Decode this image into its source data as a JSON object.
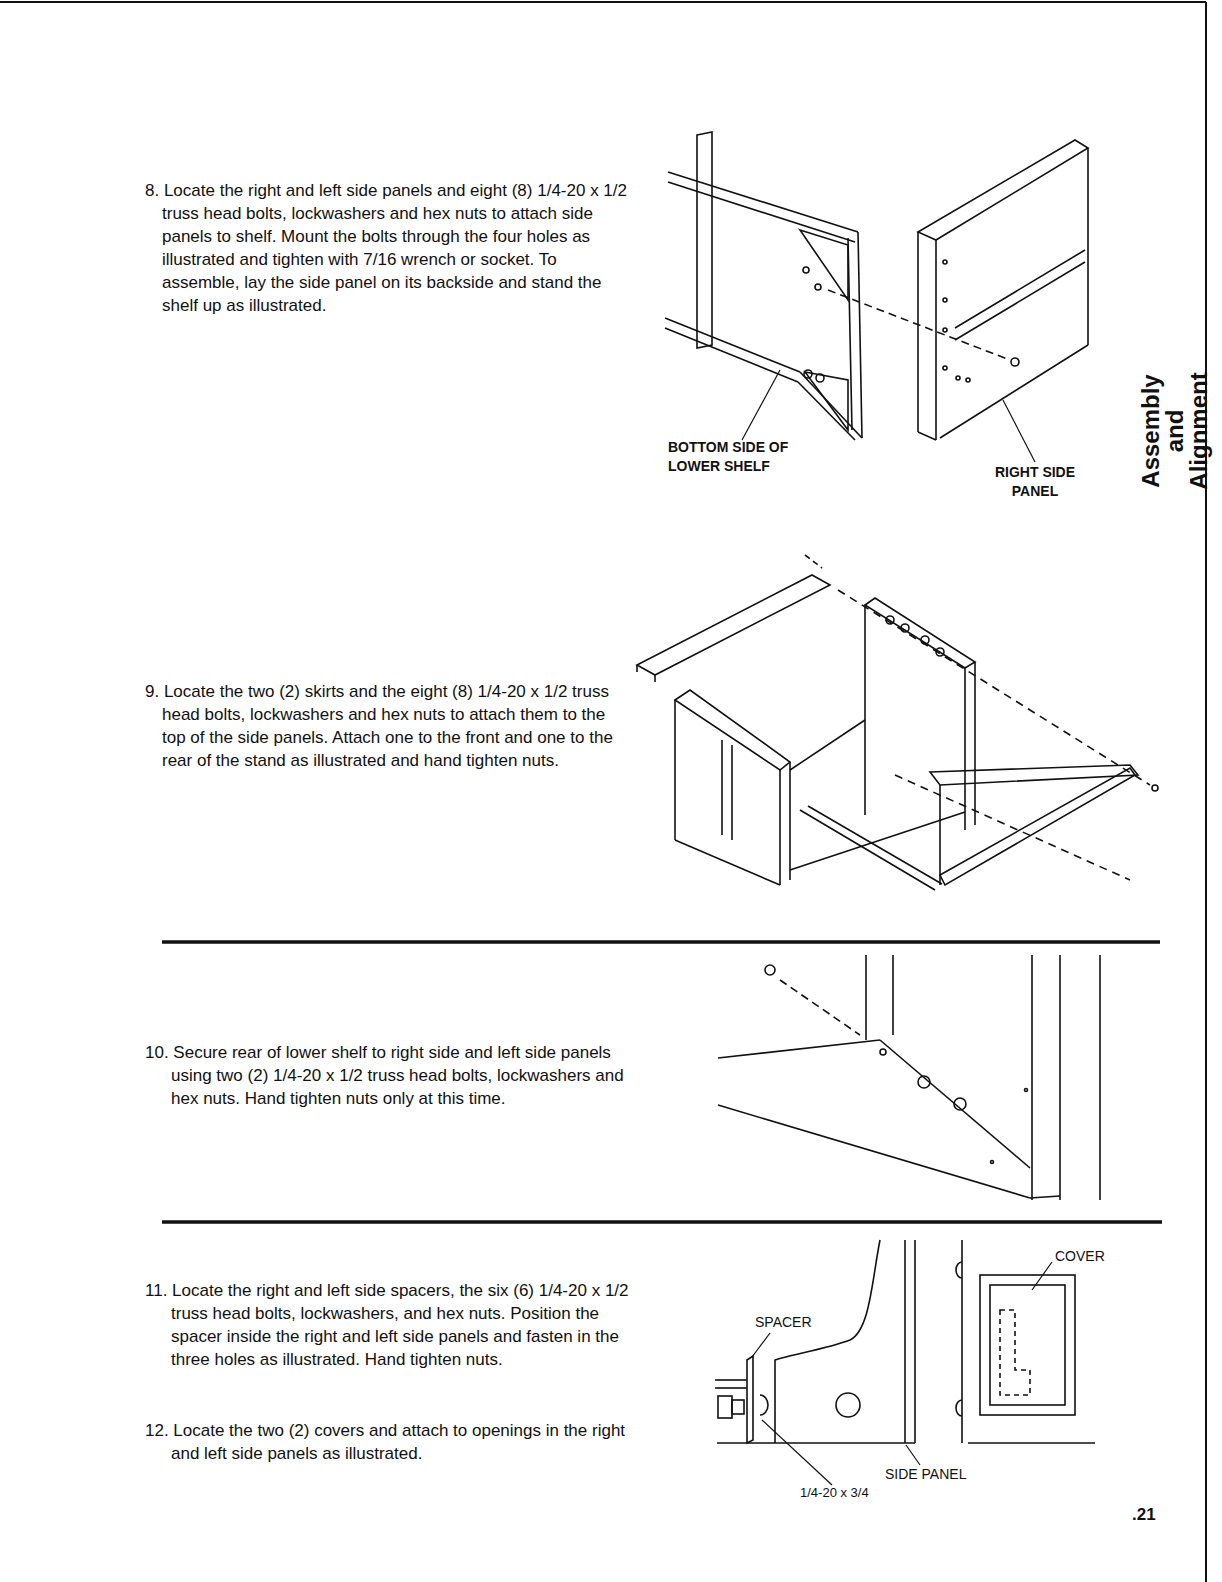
{
  "diagram": {
    "labels": [
      "8. Locate the right and left side panels and eight (8) 1/4-20 x 1/2 truss head bolts, lockwashers and hex nuts to attach side panels to shelf. Mount the bolts through the four holes as illustrated and tighten with 7/16 wrench or socket. To assemble, lay the side panel on its backside and stand the shelf up as illustrated.",
      "BOTTOM SIDE OF LOWER SHELF",
      "RIGHT SIDE PANEL",
      "Assembly and Alignment",
      "9. Locate the two (2) skirts and the eight (8) 1/4-20 x 1/2 truss head bolts, lockwashers and hex nuts to attach them to the top of the side panels. Attach one to the front and one to the rear of the stand as illustrated and hand tighten nuts.",
      "10. Secure rear of lower shelf to right side and left side panels using two (2) 1/4-20 x 1/2 truss head bolts, lockwashers and hex nuts. Hand tighten nuts only at this time.",
      "11. Locate the right and left side spacers, the six (6) 1/4-20 x 1/2 truss head bolts, lockwashers, and hex nuts. Position the spacer inside the right and left side panels and fasten in the three holes as illustrated. Hand tighten nuts.",
      "12. Locate the two (2) covers and attach to openings in the right and left side panels as illustrated.",
      "SPACER",
      "COVER",
      "SIDE PANEL",
      "1/4-20 x 3/4",
      ".21"
    ]
  }
}
